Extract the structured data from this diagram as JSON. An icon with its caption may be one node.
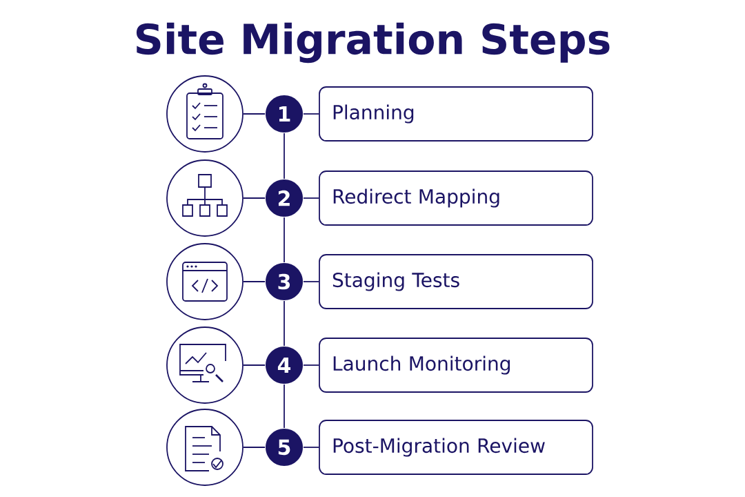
{
  "diagram": {
    "title": "Site Migration Steps",
    "nodes": [
      {
        "text": [],
        "shape": "circle"
      },
      {
        "text": [
          "1"
        ]
      },
      {
        "text": [
          "Planning"
        ]
      },
      {
        "text": [],
        "shape": "circle"
      },
      {
        "text": [
          "2"
        ]
      },
      {
        "text": [
          "Redirect Mapping"
        ]
      },
      {
        "text": [],
        "shape": "circle"
      },
      {
        "text": [
          "3"
        ]
      },
      {
        "text": [
          "Staging Tests"
        ]
      },
      {
        "text": [],
        "shape": "circle"
      },
      {
        "text": [
          "4"
        ]
      },
      {
        "text": [
          "Launch Monitoring"
        ]
      },
      {
        "text": [],
        "shape": "circle"
      },
      {
        "text": [
          "5"
        ]
      },
      {
        "text": [
          "Post-Migration Review"
        ]
      }
    ],
    "edges": [
      {
        "from": 0,
        "to": 1,
        "arrow": "none"
      },
      {
        "from": 1,
        "to": 2,
        "arrow": "none"
      },
      {
        "from": 3,
        "to": 4,
        "arrow": "none"
      },
      {
        "from": 4,
        "to": 5,
        "arrow": "none"
      },
      {
        "from": 6,
        "to": 7,
        "arrow": "none"
      },
      {
        "from": 7,
        "to": 8,
        "arrow": "none"
      },
      {
        "from": 9,
        "to": 10,
        "arrow": "none"
      },
      {
        "from": 10,
        "to": 11,
        "arrow": "none"
      },
      {
        "from": 12,
        "to": 13,
        "arrow": "none"
      },
      {
        "from": 13,
        "to": 14,
        "arrow": "none"
      },
      {
        "from": 1,
        "to": 4,
        "arrow": "none"
      },
      {
        "from": 4,
        "to": 7,
        "arrow": "none"
      },
      {
        "from": 7,
        "to": 10,
        "arrow": "none"
      },
      {
        "from": 10,
        "to": 13,
        "arrow": "none"
      }
    ]
  }
}
